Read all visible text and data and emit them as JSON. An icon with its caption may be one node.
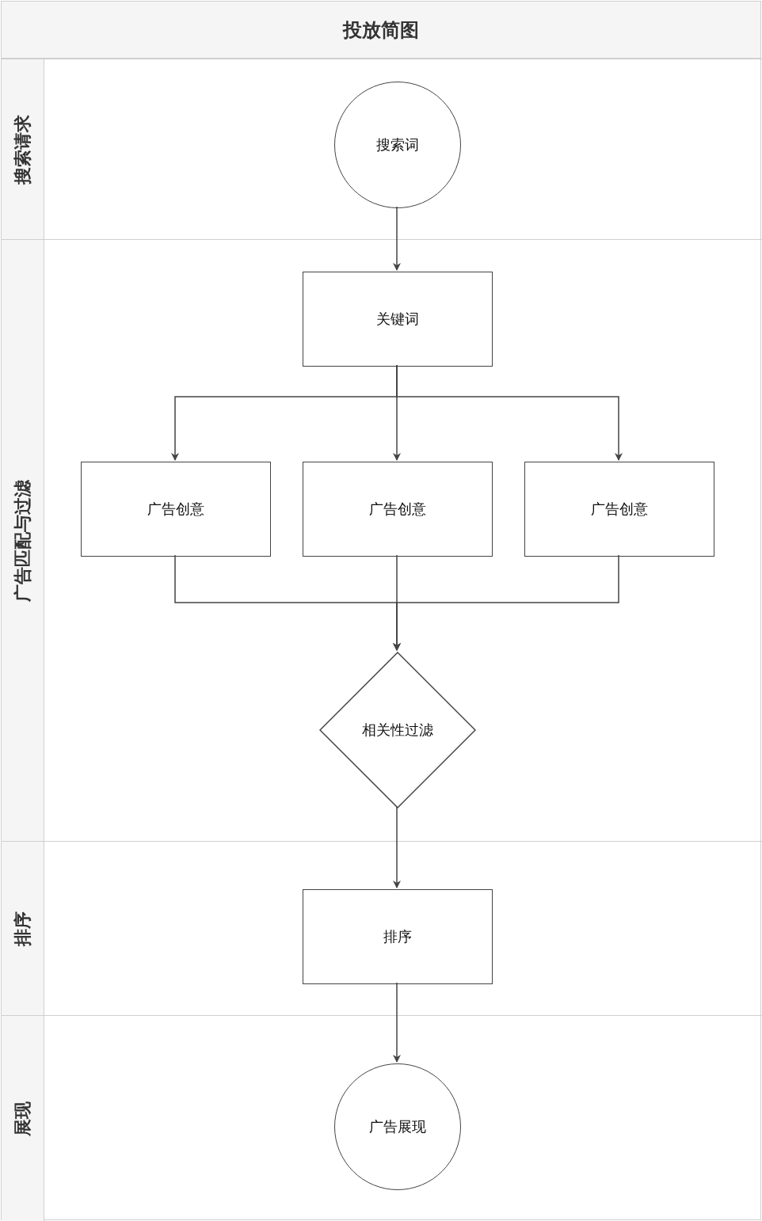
{
  "diagram": {
    "nodes": [
      {
        "text": [
          "投放简图"
        ]
      },
      {
        "text": [
          "搜索请求"
        ],
        "in": 0
      },
      {
        "text": [
          "广告匹配与过滤"
        ],
        "in": 0
      },
      {
        "text": [
          "排序"
        ],
        "in": 0
      },
      {
        "text": [
          "展现"
        ],
        "in": 0
      },
      {
        "text": [
          "搜索词"
        ],
        "in": 1
      },
      {
        "text": [
          "关键词"
        ],
        "in": 2
      },
      {
        "text": [
          "广告创意"
        ],
        "in": 2
      },
      {
        "text": [
          "广告创意"
        ],
        "in": 2
      },
      {
        "text": [
          "广告创意"
        ],
        "in": 2
      },
      {
        "text": [
          "相关性过滤"
        ],
        "in": 2
      },
      {
        "text": [
          "排序"
        ],
        "in": 3
      },
      {
        "text": [
          "广告展现"
        ],
        "in": 4
      }
    ],
    "edges": [
      {
        "from": 5,
        "to": 6,
        "arrow": "to"
      },
      {
        "from": 6,
        "to": 7,
        "arrow": "to"
      },
      {
        "from": 6,
        "to": 8,
        "arrow": "to"
      },
      {
        "from": 6,
        "to": 9,
        "arrow": "to"
      },
      {
        "from": 7,
        "to": 10,
        "arrow": "to"
      },
      {
        "from": 8,
        "to": 10,
        "arrow": "to"
      },
      {
        "from": 9,
        "to": 10,
        "arrow": "to"
      },
      {
        "from": 10,
        "to": 11,
        "arrow": "to"
      },
      {
        "from": 11,
        "to": 12,
        "arrow": "to"
      }
    ]
  }
}
